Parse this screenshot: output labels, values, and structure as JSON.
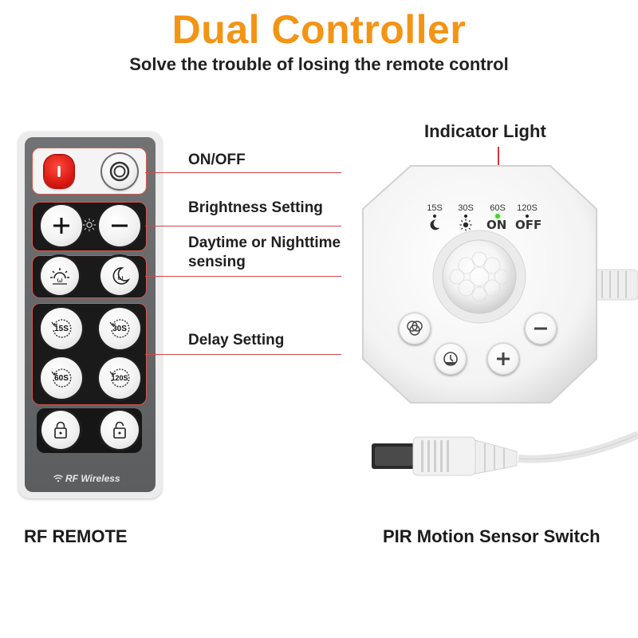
{
  "header": {
    "title": "Dual Controller",
    "subtitle": "Solve the trouble of losing the remote control"
  },
  "remote": {
    "brand": "RF Wireless",
    "caption": "RF REMOTE",
    "labels": {
      "on_off": "ON/OFF",
      "brightness": "Brightness Setting",
      "sensing_line1": "Daytime or Nighttime",
      "sensing_line2": "sensing",
      "delay": "Delay Setting"
    },
    "delay_buttons": [
      "15S",
      "30S",
      "60S",
      "120S"
    ]
  },
  "sensor": {
    "caption": "PIR Motion Sensor Switch",
    "indicator_label": "Indicator Light",
    "timer_labels": [
      "15S",
      "30S",
      "60S",
      "120S"
    ],
    "state_on": "ON",
    "state_off": "OFF"
  },
  "colors": {
    "title": "#f39415",
    "guide_line": "#d24a4a",
    "power_button": "#e0201c",
    "indicator_led": "#4ccc3a"
  }
}
